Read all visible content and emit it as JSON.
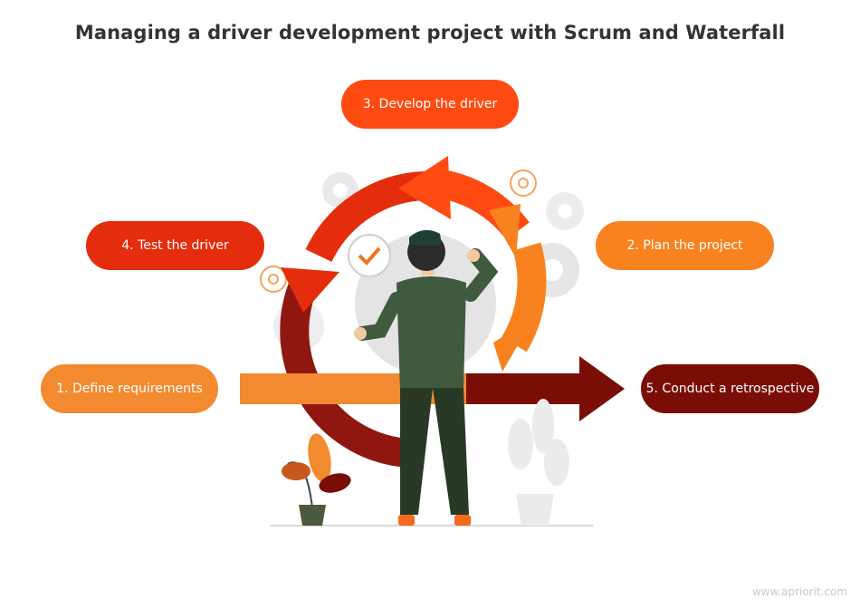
{
  "title": "Managing a driver development project with Scrum and Waterfall",
  "steps": {
    "s1": "1. Define requirements",
    "s2": "2. Plan the project",
    "s3": "3. Develop the driver",
    "s4": "4. Test the driver",
    "s5": "5. Conduct a retrospective"
  },
  "colors": {
    "step1": "#f28a30",
    "step2": "#f7821f",
    "step3": "#ff4a12",
    "step4": "#e42d0c",
    "step5": "#7a0e07"
  },
  "icons": [
    "gear-icon",
    "checkmark-icon",
    "cycle-arrows",
    "person-illustration",
    "plant-illustration"
  ],
  "watermark": "www.apriorit.com"
}
